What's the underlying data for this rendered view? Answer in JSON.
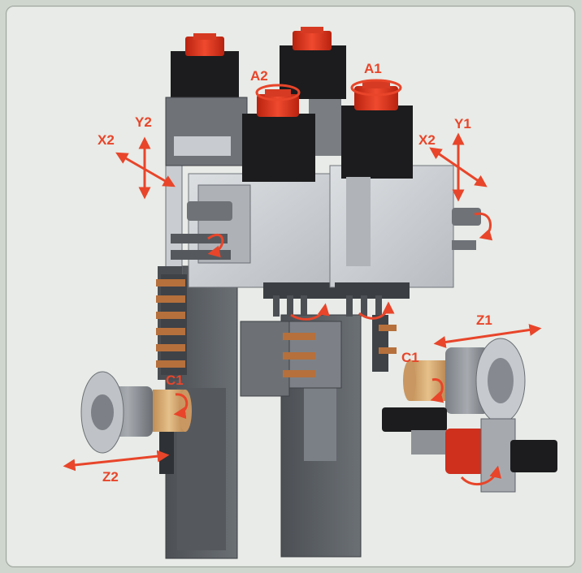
{
  "axis_labels": {
    "a1": "A1",
    "a2": "A2",
    "x1": "X2",
    "x2": "X2",
    "y1": "Y1",
    "y2": "Y2",
    "z1": "Z1",
    "z2": "Z2",
    "c1_right": "C1",
    "c1_left": "C1"
  },
  "colors": {
    "annotation": "#e8452a",
    "motor_cap": "#e53a24",
    "motor_body": "#1c1c1e",
    "steel": "#8e9297",
    "dark_steel": "#5f6368",
    "wood": "#d8b07a",
    "tool_copper": "#b6703c",
    "background": "#e8ebe7"
  }
}
